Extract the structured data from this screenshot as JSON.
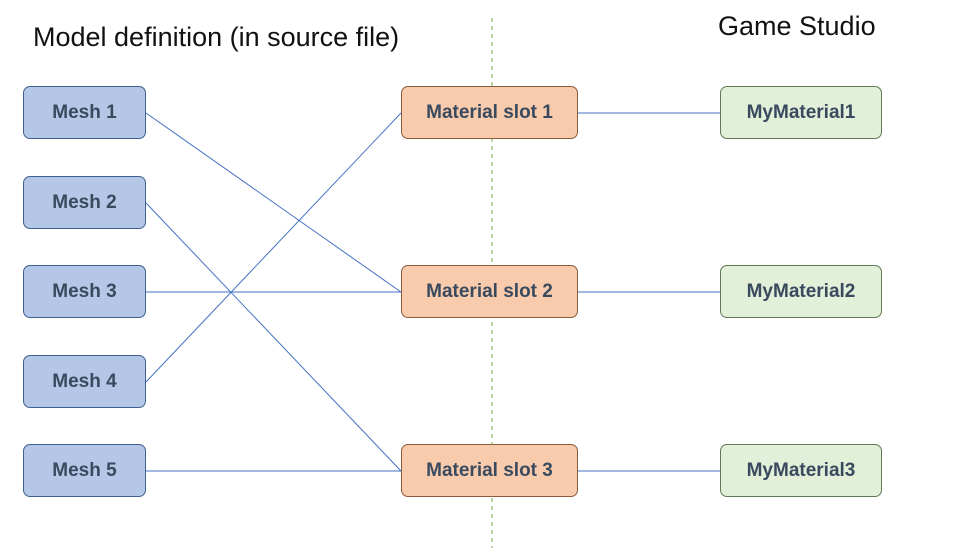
{
  "headings": {
    "left": "Model definition (in source file)",
    "right": "Game Studio"
  },
  "meshes": [
    "Mesh 1",
    "Mesh 2",
    "Mesh 3",
    "Mesh 4",
    "Mesh 5"
  ],
  "slots": [
    "Material slot 1",
    "Material slot 2",
    "Material slot 3"
  ],
  "materials": [
    "MyMaterial1",
    "MyMaterial2",
    "MyMaterial3"
  ],
  "mesh_to_slot": [
    {
      "mesh": "Mesh 1",
      "slot": "Material slot 2"
    },
    {
      "mesh": "Mesh 2",
      "slot": "Material slot 3"
    },
    {
      "mesh": "Mesh 3",
      "slot": "Material slot 2"
    },
    {
      "mesh": "Mesh 4",
      "slot": "Material slot 1"
    },
    {
      "mesh": "Mesh 5",
      "slot": "Material slot 3"
    }
  ],
  "slot_to_material": [
    {
      "slot": "Material slot 1",
      "material": "MyMaterial1"
    },
    {
      "slot": "Material slot 2",
      "material": "MyMaterial2"
    },
    {
      "slot": "Material slot 3",
      "material": "MyMaterial3"
    }
  ],
  "colors": {
    "mesh_fill": "#b4c7e7",
    "slot_fill": "#f8cbad",
    "material_fill": "#e2efd9",
    "connector": "#4472c4",
    "divider": "#70ad47"
  }
}
